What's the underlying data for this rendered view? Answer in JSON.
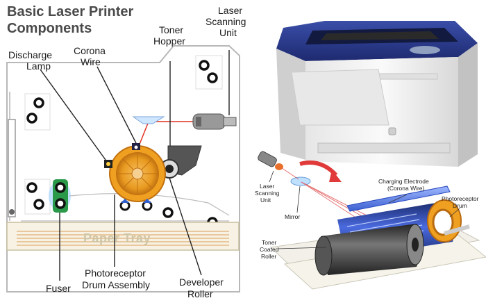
{
  "title_line1": "Basic Laser Printer",
  "title_line2": "Components",
  "labels": {
    "discharge_lamp_1": "Discharge",
    "discharge_lamp_2": "Lamp",
    "corona_wire_1": "Corona",
    "corona_wire_2": "Wire",
    "toner_hopper_1": "Toner",
    "toner_hopper_2": "Hopper",
    "laser_scanning_unit_1": "Laser",
    "laser_scanning_unit_2": "Scanning",
    "laser_scanning_unit_3": "Unit",
    "paper_tray": "Paper Tray",
    "fuser": "Fuser",
    "photoreceptor_assembly_1": "Photoreceptor",
    "photoreceptor_assembly_2": "Drum Assembly",
    "developer_roller_1": "Developer",
    "developer_roller_2": "Roller"
  },
  "detail_labels": {
    "laser_1": "Laser",
    "laser_2": "Scanning",
    "laser_3": "Unit",
    "mirror": "Mirror",
    "charging_1": "Charging Electrode",
    "charging_2": "(Corona Wire)",
    "drum_1": "Photoreceptor",
    "drum_2": "Drum",
    "toner_1": "Toner",
    "toner_2": "Coated",
    "toner_3": "Roller"
  },
  "colors": {
    "drum_orange": "#f0a020",
    "laser_red": "#e03020",
    "fuser_green": "#2a9a4a",
    "printer_blue": "#2a3a8a"
  }
}
